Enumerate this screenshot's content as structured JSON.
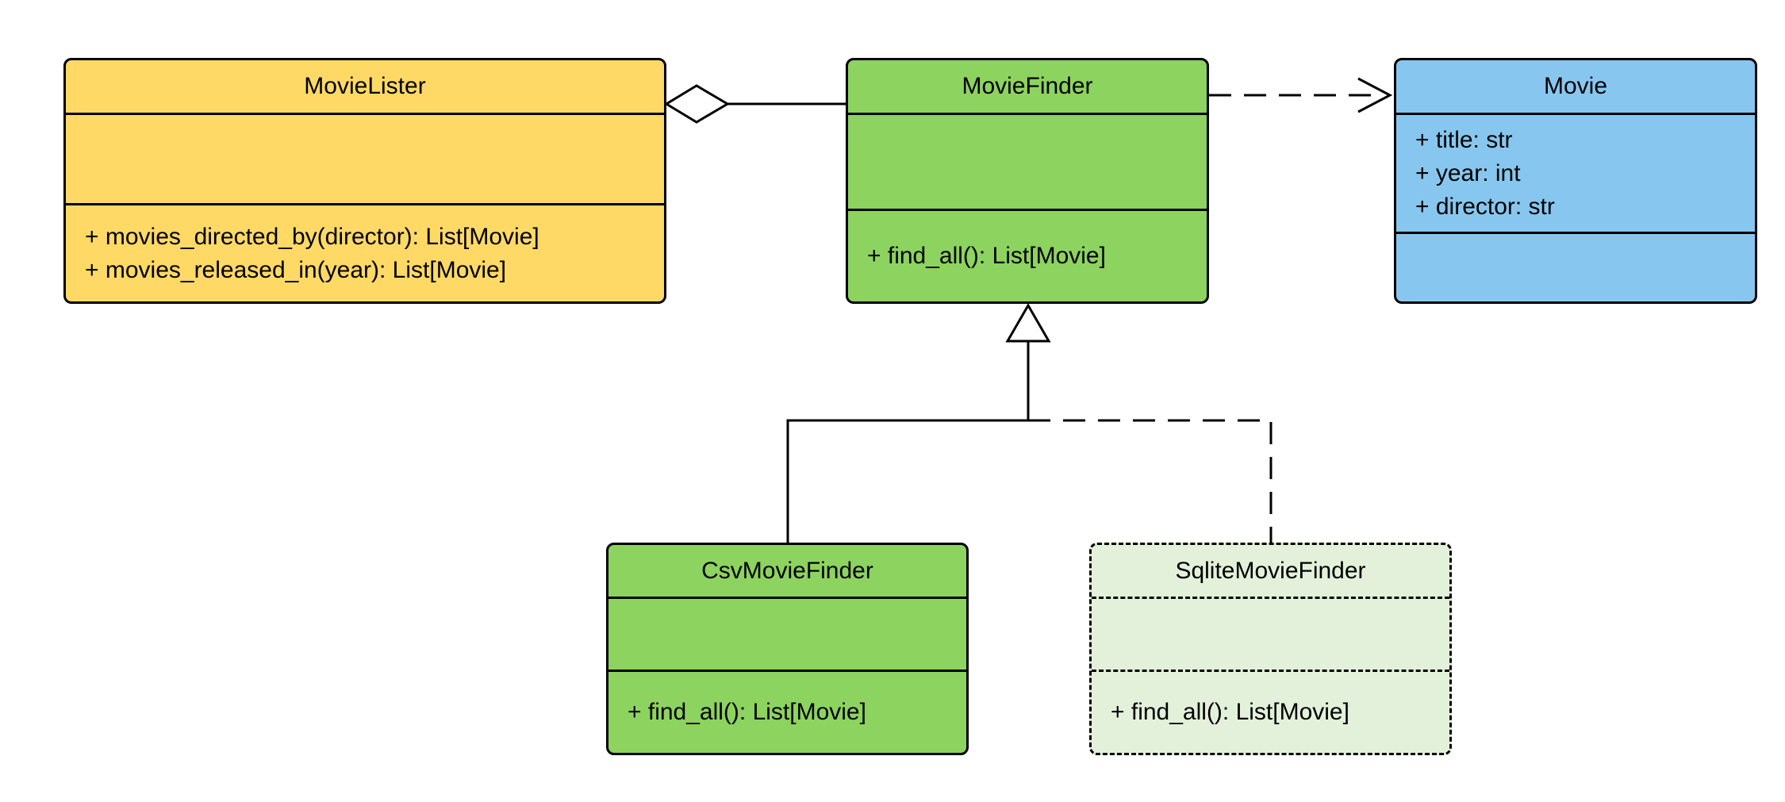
{
  "diagram": {
    "type": "uml-class-diagram",
    "classes": [
      {
        "name": "MovieLister",
        "title": "MovieLister",
        "attributes": [],
        "methods": [
          "+ movies_directed_by(director): List[Movie]",
          "+ movies_released_in(year): List[Movie]"
        ],
        "fill": "#FFD966",
        "border_style": "solid"
      },
      {
        "name": "MovieFinder",
        "title": "MovieFinder",
        "attributes": [],
        "methods": [
          "+ find_all(): List[Movie]"
        ],
        "fill": "#8DD35F",
        "border_style": "solid"
      },
      {
        "name": "Movie",
        "title": "Movie",
        "attributes": [
          "+ title: str",
          "+ year: int",
          "+ director: str"
        ],
        "methods": [],
        "fill": "#87C7EF",
        "border_style": "solid"
      },
      {
        "name": "CsvMovieFinder",
        "title": "CsvMovieFinder",
        "attributes": [],
        "methods": [
          "+ find_all(): List[Movie]"
        ],
        "fill": "#8DD35F",
        "border_style": "solid"
      },
      {
        "name": "SqliteMovieFinder",
        "title": "SqliteMovieFinder",
        "attributes": [],
        "methods": [
          "+ find_all(): List[Movie]"
        ],
        "fill": "#E3F1DA",
        "border_style": "dashed"
      }
    ],
    "relations": [
      {
        "type": "aggregation",
        "from": "MovieLister",
        "to": "MovieFinder",
        "line": "solid",
        "marker": "hollow-diamond"
      },
      {
        "type": "dependency",
        "from": "MovieFinder",
        "to": "Movie",
        "line": "dashed",
        "marker": "open-arrow"
      },
      {
        "type": "inheritance",
        "from": "CsvMovieFinder",
        "to": "MovieFinder",
        "line": "solid",
        "marker": "hollow-triangle"
      },
      {
        "type": "inheritance",
        "from": "SqliteMovieFinder",
        "to": "MovieFinder",
        "line": "dashed",
        "marker": "hollow-triangle"
      }
    ],
    "colors": {
      "movielister_fill": "#FFD966",
      "moviefinder_fill": "#8DD35F",
      "movie_fill": "#87C7EF",
      "sqlitemoviefinder_fill": "#E3F1DA",
      "stroke": "#000000",
      "background": "#FFFFFF"
    }
  }
}
